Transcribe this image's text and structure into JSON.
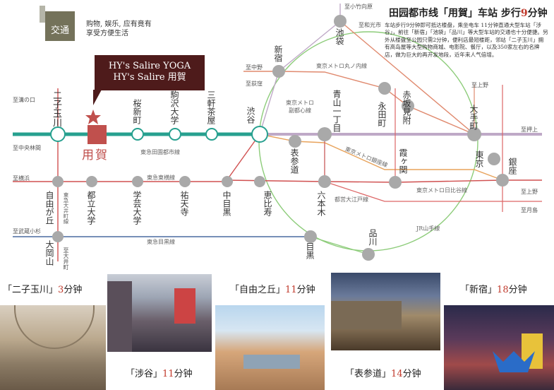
{
  "header": {
    "icon_label": "交通",
    "subtitle_line1": "购物, 娱乐, 应有竟有",
    "subtitle_line2": "享受方便生活"
  },
  "callout": {
    "line1": "HY's Salire YOGA",
    "line2": "HY's Salire 用賀"
  },
  "title": {
    "prefix": "田园都市线「用賀」车站 步行",
    "minutes": "9",
    "suffix": "分钟"
  },
  "description": "车站步行9分钟即可抵达楼盘，乘坐电车 11分钟直通大型车站「涉谷」，前往「新宿」「池袋」「品川」等大型车站的交通也十分便捷。另外从楼盘至公园只需2分钟，便利店最短楼距，邻站「二子玉川」拥有高岛屋等大型购物商城、电影院、餐厅，以及350家左右的名牌店，做为巨大的再开发地段，近年来人气倍增。",
  "stations": {
    "futako": "二子玉川",
    "yoga": "用賀",
    "sakurashinmachi": "桜新町",
    "komazawa": "駒沢大学",
    "sangenjaya": "三軒茶屋",
    "shibuya": "渋谷",
    "shinjuku": "新宿",
    "ikebukuro": "池袋",
    "aoyama": "青山一丁目",
    "nagatacho": "永田町",
    "akasaka": "赤坂見附",
    "otemachi": "大手町",
    "omotesando": "表参道",
    "kasumigaseki": "霞ヶ関",
    "tokyo": "東京",
    "ginza": "銀座",
    "roppongi": "六本木",
    "ebisu": "恵比寿",
    "nakameguro": "中目黒",
    "yutenji": "祐天寺",
    "gakugei": "学芸大学",
    "toritsu": "都立大学",
    "jiyugaoka": "自由が丘",
    "ookayama": "大岡山",
    "meguro": "目黒",
    "shinagawa": "品川"
  },
  "lines": {
    "denentoshi": "東急田園都市線",
    "toyoko": "東急東横線",
    "meguro": "東急目黒線",
    "oimachi": "東急大井町線",
    "marunouchi": "東京メトロ丸ノ内線",
    "fukutoshin": "東京メトロ副都心線",
    "ginza": "東京メトロ銀座線",
    "hibiya": "東京メトロ日比谷線",
    "oedo": "都営大江戸線",
    "yamanote": "JR山手線"
  },
  "directions": {
    "mizonokuchi": "至溝の口",
    "chuorinkan": "至中央林間",
    "yokohama": "至横浜",
    "musashikosugi": "至武蔵小杉",
    "oimachi": "至大井町",
    "nakano": "至中野",
    "ogikubo": "至荻窪",
    "kotakemukaihara": "至小竹向原",
    "wakoshi": "至和光市",
    "kamiya": "至上野",
    "oshiage": "至押上",
    "ueno2": "至上野",
    "tsukiji": "至月島"
  },
  "photos": [
    {
      "name": "二子玉川",
      "minutes": "3",
      "unit": "分钟"
    },
    {
      "name": "涉谷",
      "minutes": "11",
      "unit": "分钟"
    },
    {
      "name": "自由之丘",
      "minutes": "11",
      "unit": "分钟"
    },
    {
      "name": "表参道",
      "minutes": "14",
      "unit": "分钟"
    },
    {
      "name": "新宿",
      "minutes": "18",
      "unit": "分钟"
    }
  ],
  "colors": {
    "denentoshi": "#27a08f",
    "fukutoshin": "#bfa9c7",
    "marunouchi": "#e08a6f",
    "yamanote": "#8dcc7a",
    "ginza": "#e8a35c",
    "accent": "#c0392b",
    "yoga_marker": "#c0504d",
    "station": "#a9a9a9"
  }
}
